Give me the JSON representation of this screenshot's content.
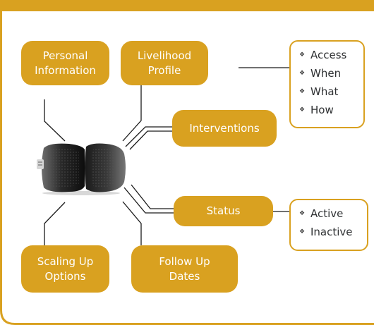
{
  "colors": {
    "accent": "#d9a120",
    "line": "#1a1a1a",
    "text_dark": "#2f3133",
    "text_light": "#ffffff"
  },
  "nodes": {
    "personal_information": "Personal\nInformation",
    "livelihood_profile": "Livelihood\nProfile",
    "interventions": "Interventions",
    "status": "Status",
    "scaling_up_options": "Scaling Up\nOptions",
    "follow_up_dates": "Follow Up\nDates"
  },
  "livelihood_details": [
    "Access",
    "When",
    "What",
    "How"
  ],
  "status_values": [
    "Active",
    "Inactive"
  ],
  "bullet_icon": "diamond-bullet-icon",
  "central_image": "speaker-image"
}
